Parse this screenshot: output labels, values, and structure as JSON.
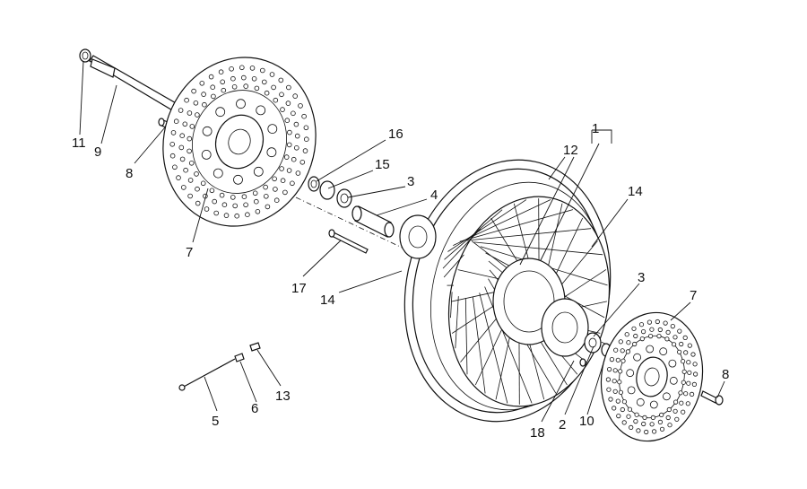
{
  "diagram": {
    "callouts": [
      {
        "id": "c1",
        "text": "1"
      },
      {
        "id": "c12",
        "text": "12"
      },
      {
        "id": "c14a",
        "text": "14"
      },
      {
        "id": "c14b",
        "text": "14"
      },
      {
        "id": "c16",
        "text": "16"
      },
      {
        "id": "c15",
        "text": "15"
      },
      {
        "id": "c3a",
        "text": "3"
      },
      {
        "id": "c3b",
        "text": "3"
      },
      {
        "id": "c4",
        "text": "4"
      },
      {
        "id": "c11",
        "text": "11"
      },
      {
        "id": "c9",
        "text": "9"
      },
      {
        "id": "c8a",
        "text": "8"
      },
      {
        "id": "c8b",
        "text": "8"
      },
      {
        "id": "c7a",
        "text": "7"
      },
      {
        "id": "c7b",
        "text": "7"
      },
      {
        "id": "c17",
        "text": "17"
      },
      {
        "id": "c5",
        "text": "5"
      },
      {
        "id": "c6",
        "text": "6"
      },
      {
        "id": "c13",
        "text": "13"
      },
      {
        "id": "c18",
        "text": "18"
      },
      {
        "id": "c2",
        "text": "2"
      },
      {
        "id": "c10",
        "text": "10"
      }
    ]
  }
}
